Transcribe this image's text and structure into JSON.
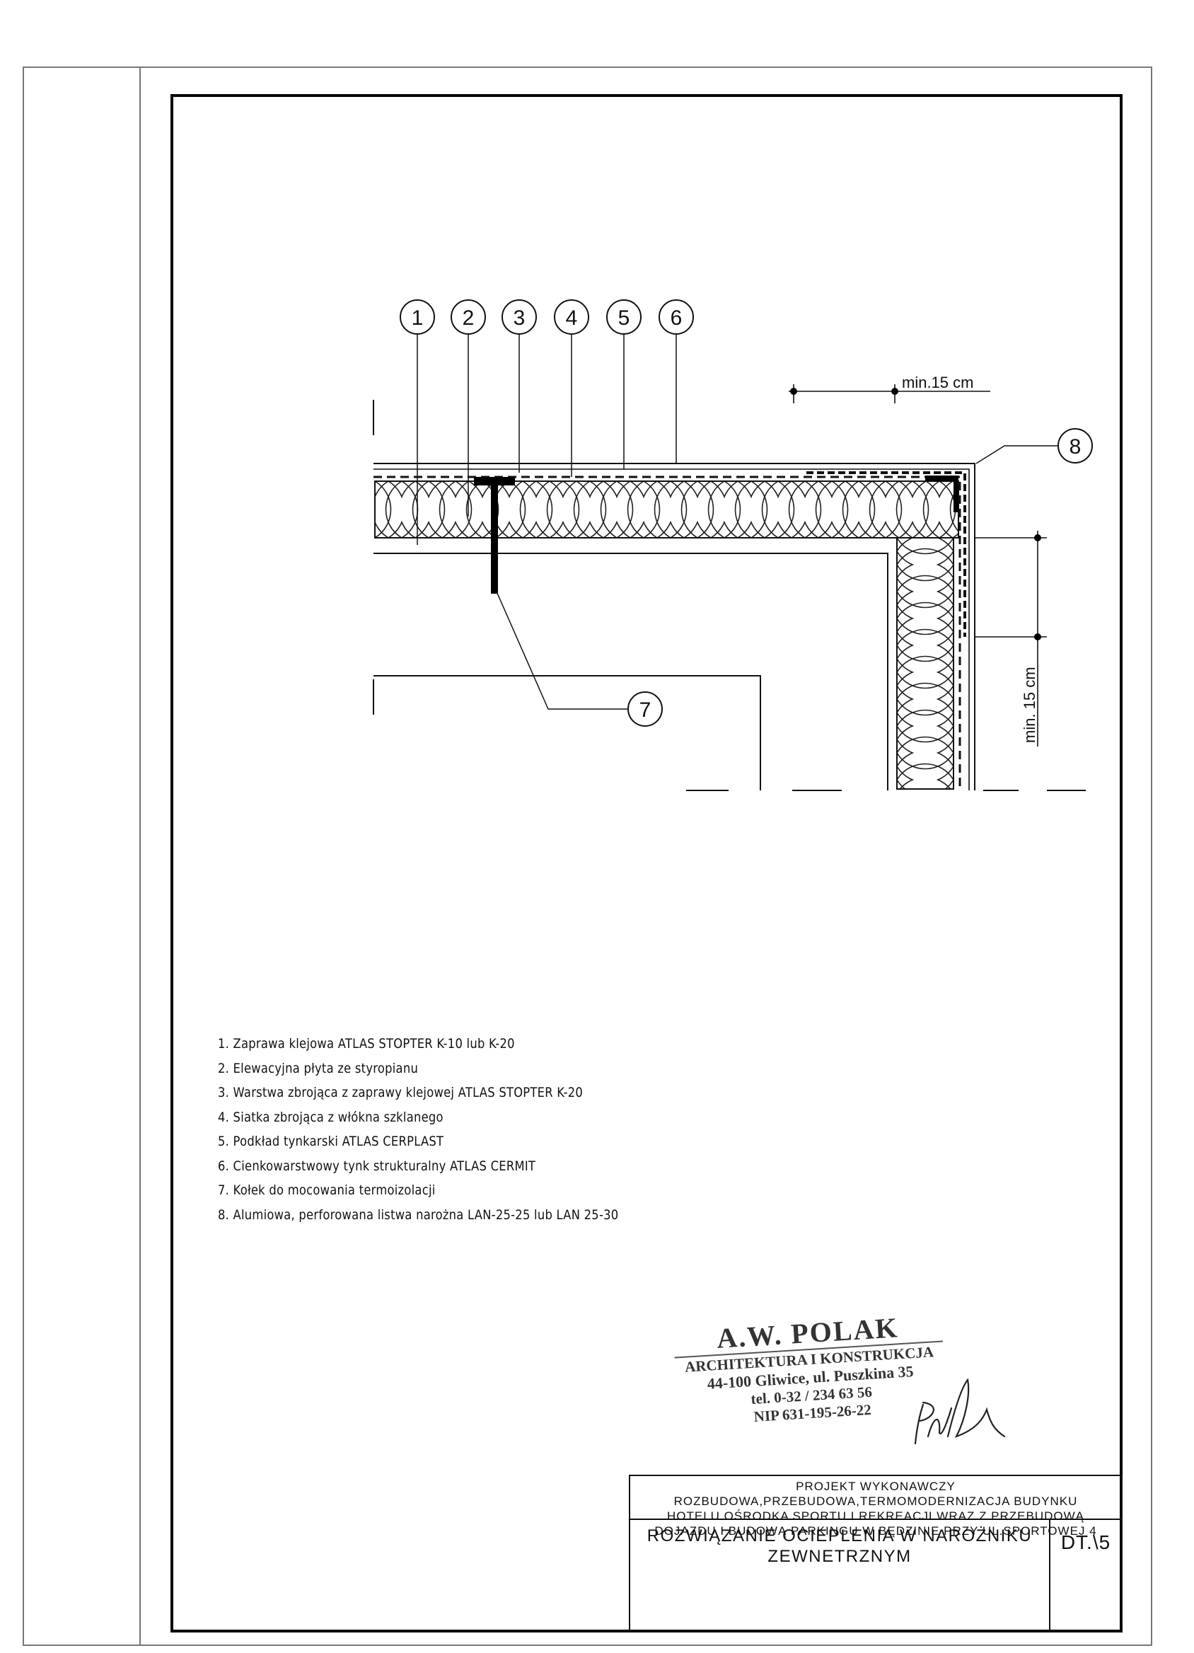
{
  "callouts": [
    "1",
    "2",
    "3",
    "4",
    "5",
    "6",
    "7",
    "8"
  ],
  "dimensions": {
    "top": "min.15 cm",
    "right": "min. 15 cm"
  },
  "legend": [
    "1. Zaprawa klejowa ATLAS STOPTER K-10 lub K-20",
    "2. Elewacyjna płyta ze styropianu",
    "3. Warstwa zbrojąca z zaprawy klejowej ATLAS STOPTER K-20",
    "4. Siatka zbrojąca z włókna szklanego",
    "5. Podkład tynkarski ATLAS CERPLAST",
    "6. Cienkowarstwowy tynk strukturalny ATLAS CERMIT",
    "7. Kołek do mocowania termoizolacji",
    "8. Alumiowa, perforowana listwa narożna LAN-25-25 lub LAN 25-30"
  ],
  "stamp": {
    "name": "A.W. POLAK",
    "line1": "ARCHITEKTURA I KONSTRUKCJA",
    "line2": "44-100 Gliwice, ul. Puszkina 35",
    "line3": "tel. 0-32 / 234 63 56",
    "line4": "NIP 631-195-26-22"
  },
  "title_block": {
    "project_type": "PROJEKT WYKONAWCZY",
    "project_lines": [
      "ROZBUDOWA,PRZEBUDOWA,TERMOMODERNIZACJA BUDYNKU",
      "HOTELU OŚRODKA SPORTU I REKREACJI WRAZ Z PRZEBUDOWĄ",
      "DOJAZDU I BUDOWĄ PARKINGU W BĘDZINIE PRZY UL.SPORTOWEJ 4"
    ],
    "drawing_title_1": "ROZWIĄZANIE OCIEPLENIA W NAROŻNIKU",
    "drawing_title_2": "ZEWNETRZNYM",
    "drawing_number": "DT.\\5"
  }
}
